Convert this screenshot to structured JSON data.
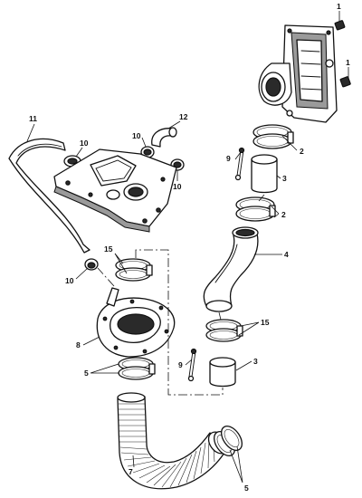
{
  "callouts": {
    "c1a": "1",
    "c1b": "1",
    "c2a": "2",
    "c2b": "2",
    "c3a": "3",
    "c3b": "3",
    "c4": "4",
    "c5a": "5",
    "c5b": "5",
    "c7": "7",
    "c8": "8",
    "c9a": "9",
    "c9b": "9",
    "c10a": "10",
    "c10b": "10",
    "c10c": "10",
    "c10d": "10",
    "c11": "11",
    "c12": "12",
    "c15a": "15",
    "c15b": "15"
  }
}
